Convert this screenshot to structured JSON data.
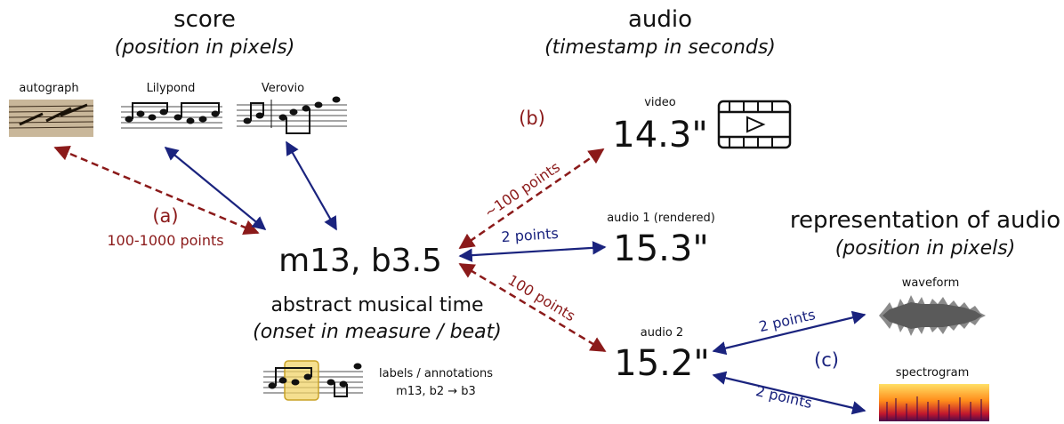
{
  "score": {
    "title": "score",
    "subtitle": "(position in pixels)",
    "items": [
      "autograph",
      "Lilypond",
      "Verovio"
    ]
  },
  "audio": {
    "title": "audio",
    "subtitle": "(timestamp in seconds)"
  },
  "rep": {
    "title": "representation of audio",
    "subtitle": "(position in pixels)",
    "waveform": "waveform",
    "spectrogram": "spectrogram"
  },
  "center": {
    "value": "m13, b3.5",
    "title": "abstract musical time",
    "subtitle": "(onset in measure / beat)",
    "labels_line1": "labels / annotations",
    "labels_line2": "m13, b2 → b3"
  },
  "video": {
    "label": "video",
    "time": "14.3\""
  },
  "audio1": {
    "label": "audio 1 (rendered)",
    "time": "15.3\""
  },
  "audio2": {
    "label": "audio 2",
    "time": "15.2\""
  },
  "letters": {
    "a": "(a)",
    "b": "(b)",
    "c": "(c)"
  },
  "edges": {
    "a_points": "100-1000 points",
    "video_points": "~100 points",
    "audio1_points": "2 points",
    "audio2_points": "100 points",
    "waveform_points": "2 points",
    "spectrogram_points": "2 points"
  },
  "colors": {
    "red": "#8b1a1a",
    "blue": "#1a237e"
  }
}
